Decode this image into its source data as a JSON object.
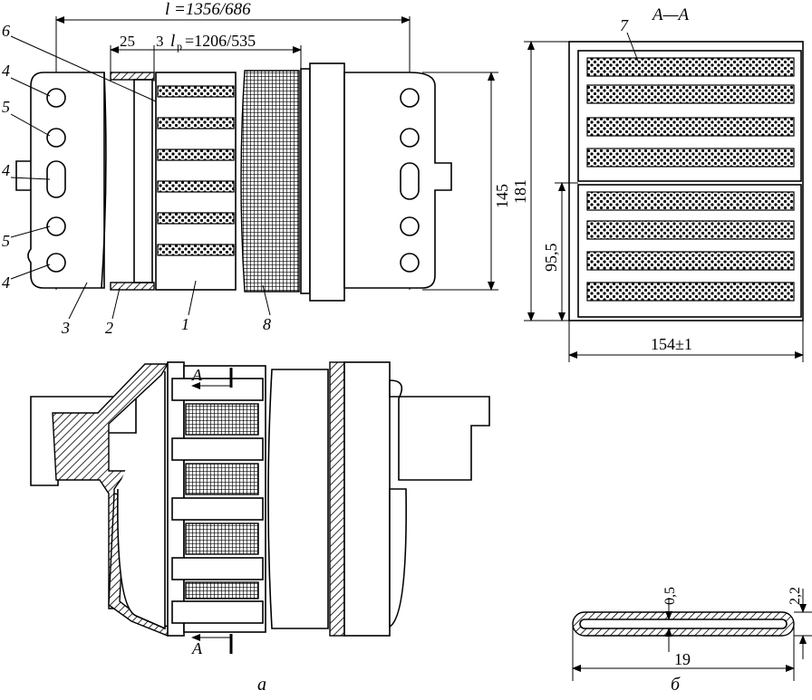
{
  "view_a": {
    "overall_length": "l =1356/686",
    "dim_25": "25",
    "dim_3": "3",
    "working_length": "l",
    "working_length_sub": "р",
    "working_length_value": "=1206/535",
    "height": "145",
    "callouts_left": [
      "4",
      "5",
      "4",
      "5",
      "4"
    ],
    "callout_6": "6",
    "callouts_bottom": [
      "3",
      "2",
      "1",
      "8"
    ],
    "section_mark": "A",
    "caption": "а"
  },
  "section_aa": {
    "title": "A—A",
    "callout_7": "7",
    "height": "181",
    "half_height": "95,5",
    "width": "154±1"
  },
  "tube_section": {
    "wall": "0,5",
    "thickness": "2,2",
    "width": "19",
    "caption": "б"
  }
}
